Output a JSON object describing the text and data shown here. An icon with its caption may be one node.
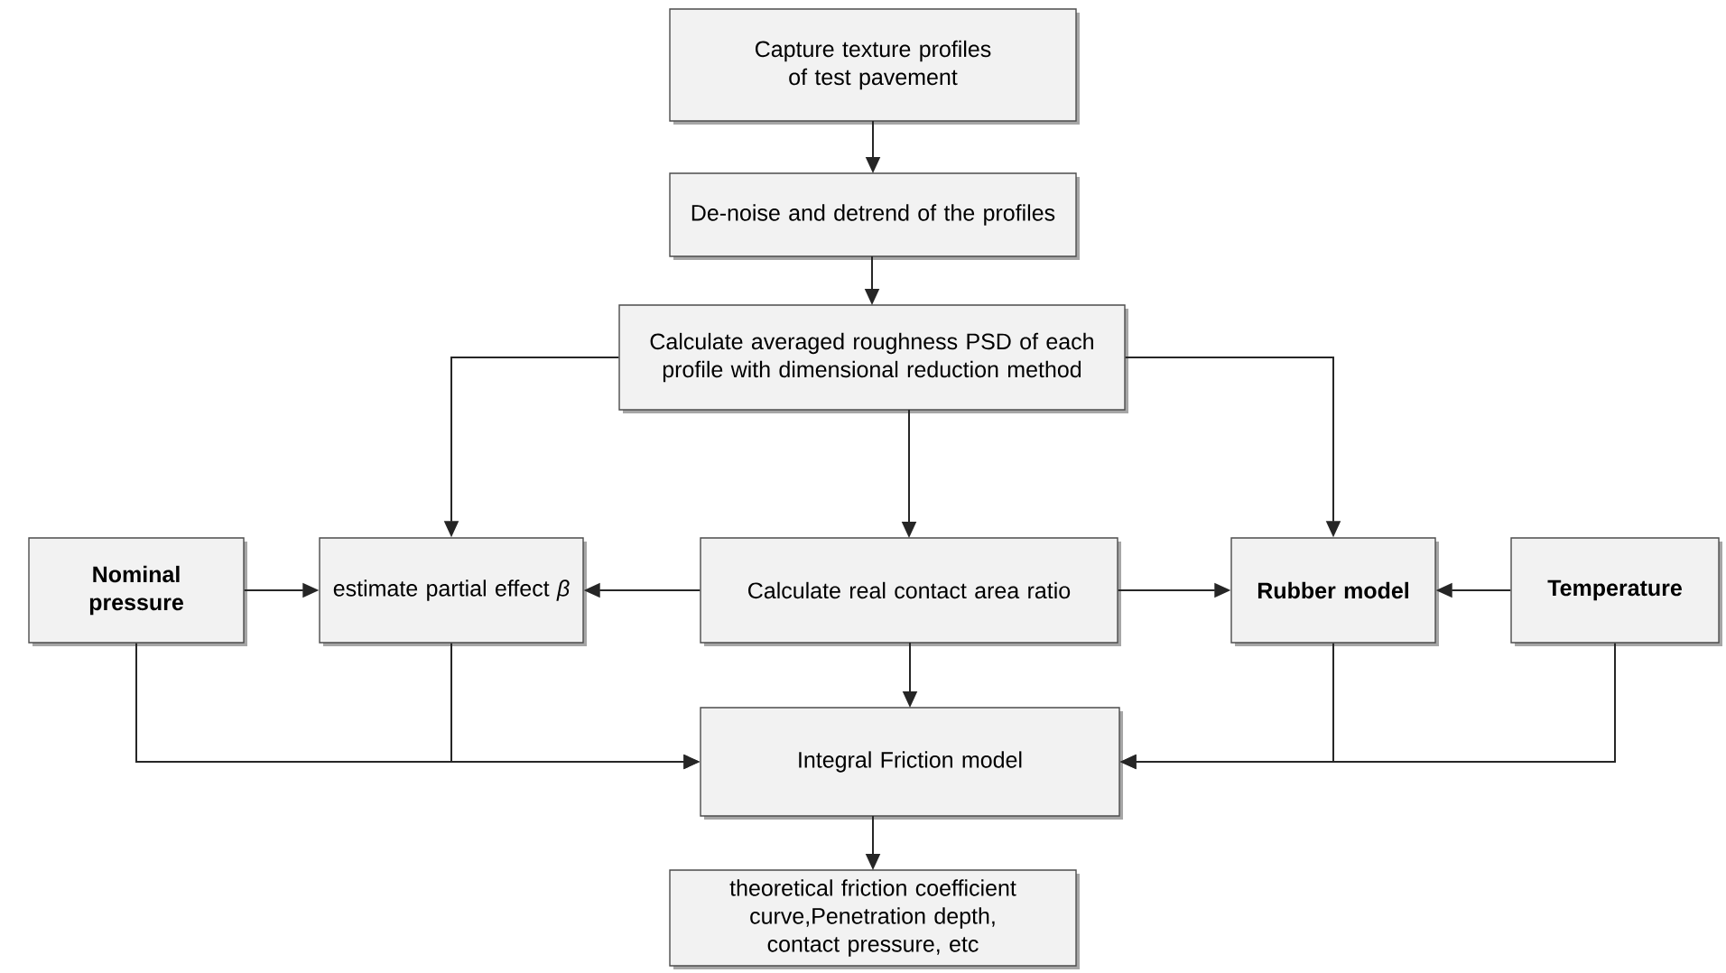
{
  "diagram": {
    "nodes": [
      {
        "text": [
          "Capture texture profiles of test pavement"
        ]
      },
      {
        "text": [
          "De-noise and detrend of the profiles"
        ]
      },
      {
        "text": [
          "Calculate averaged roughness PSD of each profile with dimensional reduction method"
        ]
      },
      {
        "text": [
          "Nominal pressure"
        ]
      },
      {
        "text": [
          "estimate partial effect *β*"
        ]
      },
      {
        "text": [
          "Calculate real contact area ratio"
        ]
      },
      {
        "text": [
          "Rubber model"
        ]
      },
      {
        "text": [
          "Temperature"
        ]
      },
      {
        "text": [
          "Integral Friction model"
        ]
      },
      {
        "text": [
          "theoretical friction coefficient curve,Penetration depth, contact pressure, etc"
        ]
      }
    ],
    "edges": [
      {
        "from": 0,
        "to": 1,
        "arrow": "to"
      },
      {
        "from": 1,
        "to": 2,
        "arrow": "to"
      },
      {
        "from": 2,
        "to": 4,
        "arrow": "to"
      },
      {
        "from": 2,
        "to": 5,
        "arrow": "to"
      },
      {
        "from": 2,
        "to": 6,
        "arrow": "to"
      },
      {
        "from": 3,
        "to": 4,
        "arrow": "to"
      },
      {
        "from": 5,
        "to": 4,
        "arrow": "to"
      },
      {
        "from": 5,
        "to": 6,
        "arrow": "to"
      },
      {
        "from": 7,
        "to": 6,
        "arrow": "to"
      },
      {
        "from": 5,
        "to": 8,
        "arrow": "to"
      },
      {
        "from": 3,
        "to": 8,
        "arrow": "to"
      },
      {
        "from": 4,
        "to": 8,
        "arrow": "to"
      },
      {
        "from": 6,
        "to": 8,
        "arrow": "to"
      },
      {
        "from": 7,
        "to": 8,
        "arrow": "to"
      },
      {
        "from": 8,
        "to": 9,
        "arrow": "to"
      }
    ]
  }
}
